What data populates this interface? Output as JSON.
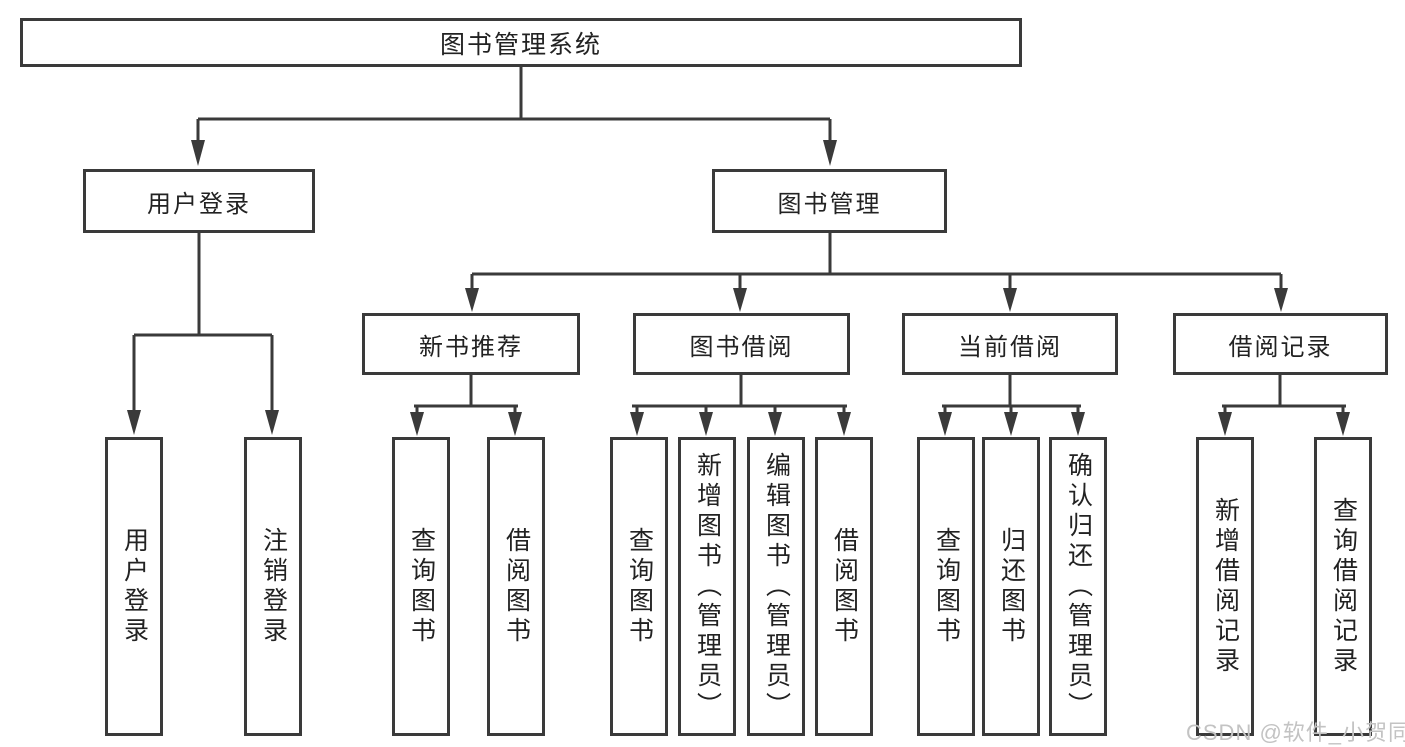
{
  "tree": {
    "label": "图书管理系统",
    "children": [
      {
        "label": "用户登录",
        "children": [
          {
            "label": "用户登录"
          },
          {
            "label": "注销登录"
          }
        ]
      },
      {
        "label": "图书管理",
        "children": [
          {
            "label": "新书推荐",
            "children": [
              {
                "label": "查询图书"
              },
              {
                "label": "借阅图书"
              }
            ]
          },
          {
            "label": "图书借阅",
            "children": [
              {
                "label": "查询图书"
              },
              {
                "label": "新增图书（管理员）"
              },
              {
                "label": "编辑图书（管理员）"
              },
              {
                "label": "借阅图书"
              }
            ]
          },
          {
            "label": "当前借阅",
            "children": [
              {
                "label": "查询图书"
              },
              {
                "label": "归还图书"
              },
              {
                "label": "确认归还（管理员）"
              }
            ]
          },
          {
            "label": "借阅记录",
            "children": [
              {
                "label": "新增借阅记录"
              },
              {
                "label": "查询借阅记录"
              }
            ]
          }
        ]
      }
    ]
  },
  "watermark": {
    "text": "CSDN @软件_小贺同学"
  },
  "colors": {
    "line": "#3a3a3a",
    "text": "#222222",
    "background": "#ffffff",
    "watermark": "#c3c3c3"
  }
}
